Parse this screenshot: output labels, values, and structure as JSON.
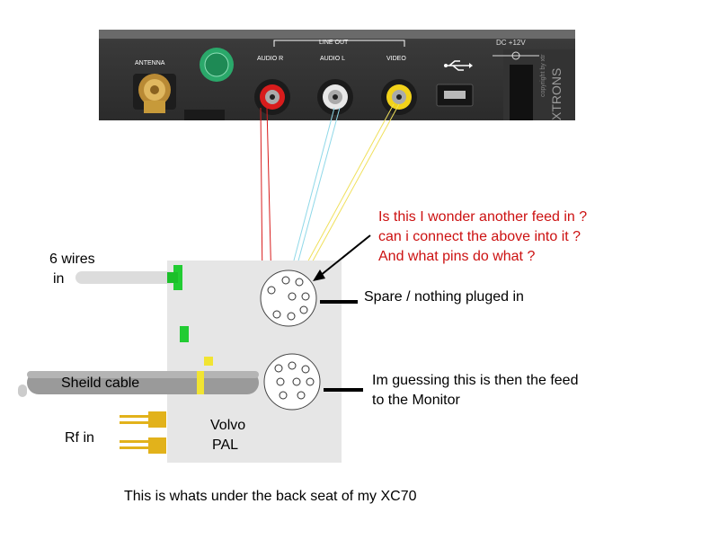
{
  "device_panel": {
    "labels": {
      "antenna": "ANTENNA",
      "audio_r": "AUDIO R",
      "audio_l": "AUDIO L",
      "video": "VIDEO",
      "line_out": "LINE OUT",
      "dc": "DC +12V",
      "brand": "XTRONS",
      "copyright": "copyright by xtr"
    },
    "colors": {
      "red": "#d81c1c",
      "white": "#e8e8e8",
      "yellow": "#f2d21a",
      "green": "#2aa86a",
      "gold": "#c79a3a"
    }
  },
  "annotations": {
    "question_lines": [
      "Is this I wonder another feed in ?",
      "can i connect the above into it  ?",
      "And what pins do what ?"
    ],
    "spare_label": "Spare / nothing pluged in",
    "guess_lines": [
      "Im guessing this is then the feed",
      "to the Monitor"
    ],
    "six_wires": [
      "6 wires",
      "in"
    ],
    "sheild_cable": "Sheild cable",
    "rf_in": "Rf in",
    "volvo_pal": [
      "Volvo",
      "PAL"
    ],
    "caption": "This is whats under the back seat of my XC70"
  }
}
